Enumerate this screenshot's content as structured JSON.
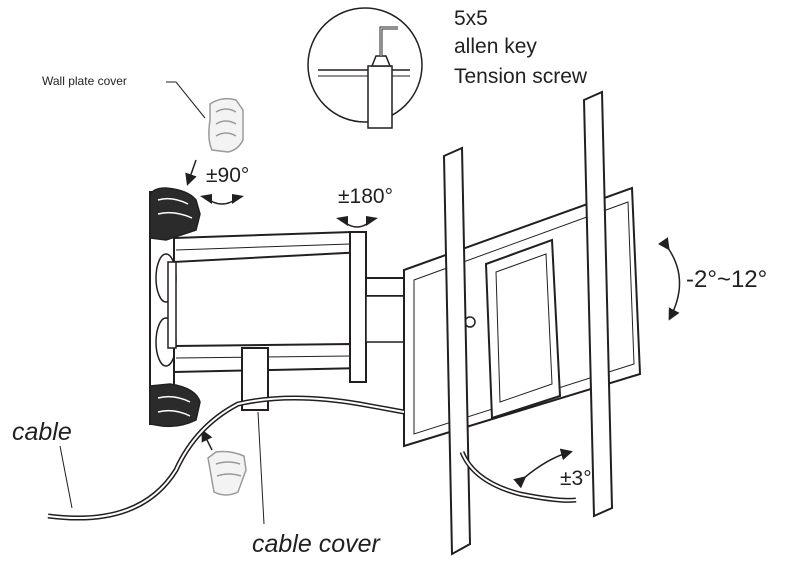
{
  "labels": {
    "wall_plate_cover": "Wall plate cover",
    "swivel_90": "±90°",
    "swivel_180": "±180°",
    "allen_key_size": "5x5",
    "allen_key": "allen key",
    "tension_screw": "Tension screw",
    "tilt_range": "-2°~12°",
    "level_adjust": "±3°",
    "cable": "cable",
    "cable_cover": "cable cover"
  }
}
